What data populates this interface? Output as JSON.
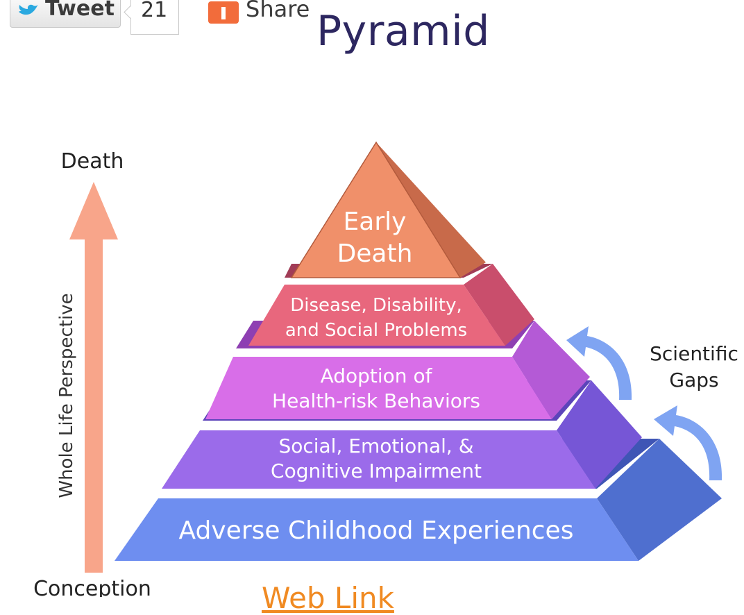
{
  "share_bar": {
    "tweet_label": "Tweet",
    "tweet_count": "21",
    "share_label": "Share"
  },
  "page": {
    "title": "Pyramid",
    "link_text": "Web Link"
  },
  "figure": {
    "axis_top": "Death",
    "axis_bottom": "Conception",
    "axis_label": "Whole Life Perspective",
    "gaps_line1": "Scientific",
    "gaps_line2": "Gaps",
    "tiers": [
      {
        "line1": "Early",
        "line2": "Death"
      },
      {
        "line1": "Disease, Disability,",
        "line2": "and Social Problems"
      },
      {
        "line1": "Adoption of",
        "line2": "Health-risk Behaviors"
      },
      {
        "line1": "Social, Emotional, &",
        "line2": "Cognitive Impairment"
      },
      {
        "line1": "Adverse Childhood Experiences"
      }
    ],
    "colors": {
      "arrow": "#f8a58a",
      "tier1": "#f0906a",
      "tier2": "#e8677d",
      "tier3": "#d86ee8",
      "tier4": "#9b6bea",
      "tier5": "#6e8ef0",
      "gap_arrow": "#7fa4f2"
    }
  }
}
